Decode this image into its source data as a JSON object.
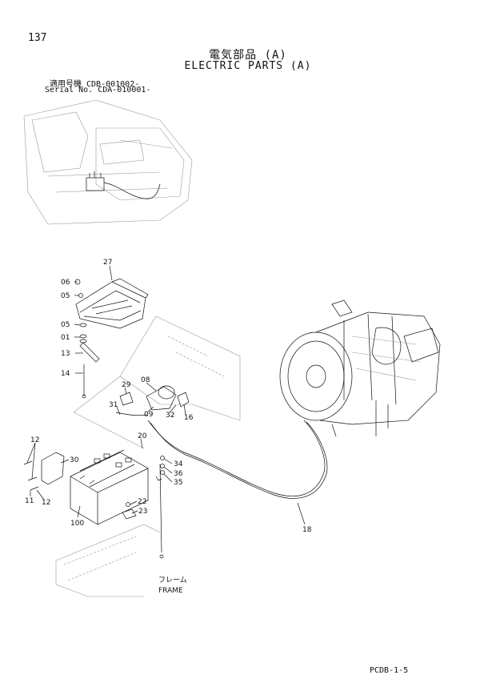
{
  "header": {
    "page_number": "137",
    "title_jp": "電気部品 (A)",
    "title_en": "ELECTRIC PARTS (A)",
    "serial_jp": "適用号機 CDB-001002-",
    "serial_en": "Serial No. CDA-010001-"
  },
  "footer": {
    "page_code": "PCDB-1-5"
  },
  "frame_label": {
    "jp": "フレーム",
    "en": "FRAME"
  },
  "callouts": {
    "c27": "27",
    "c06": "06",
    "c05a": "05",
    "c05b": "05",
    "c01": "01",
    "c13": "13",
    "c14": "14",
    "c08": "08",
    "c29": "29",
    "c09": "09",
    "c32": "32",
    "c16": "16",
    "c31": "31",
    "c20": "20",
    "c12a": "12",
    "c30": "30",
    "c11": "11",
    "c12b": "12",
    "c34": "34",
    "c36": "36",
    "c35": "35",
    "c22": "22",
    "c23": "23",
    "c100": "100",
    "c18": "18"
  }
}
